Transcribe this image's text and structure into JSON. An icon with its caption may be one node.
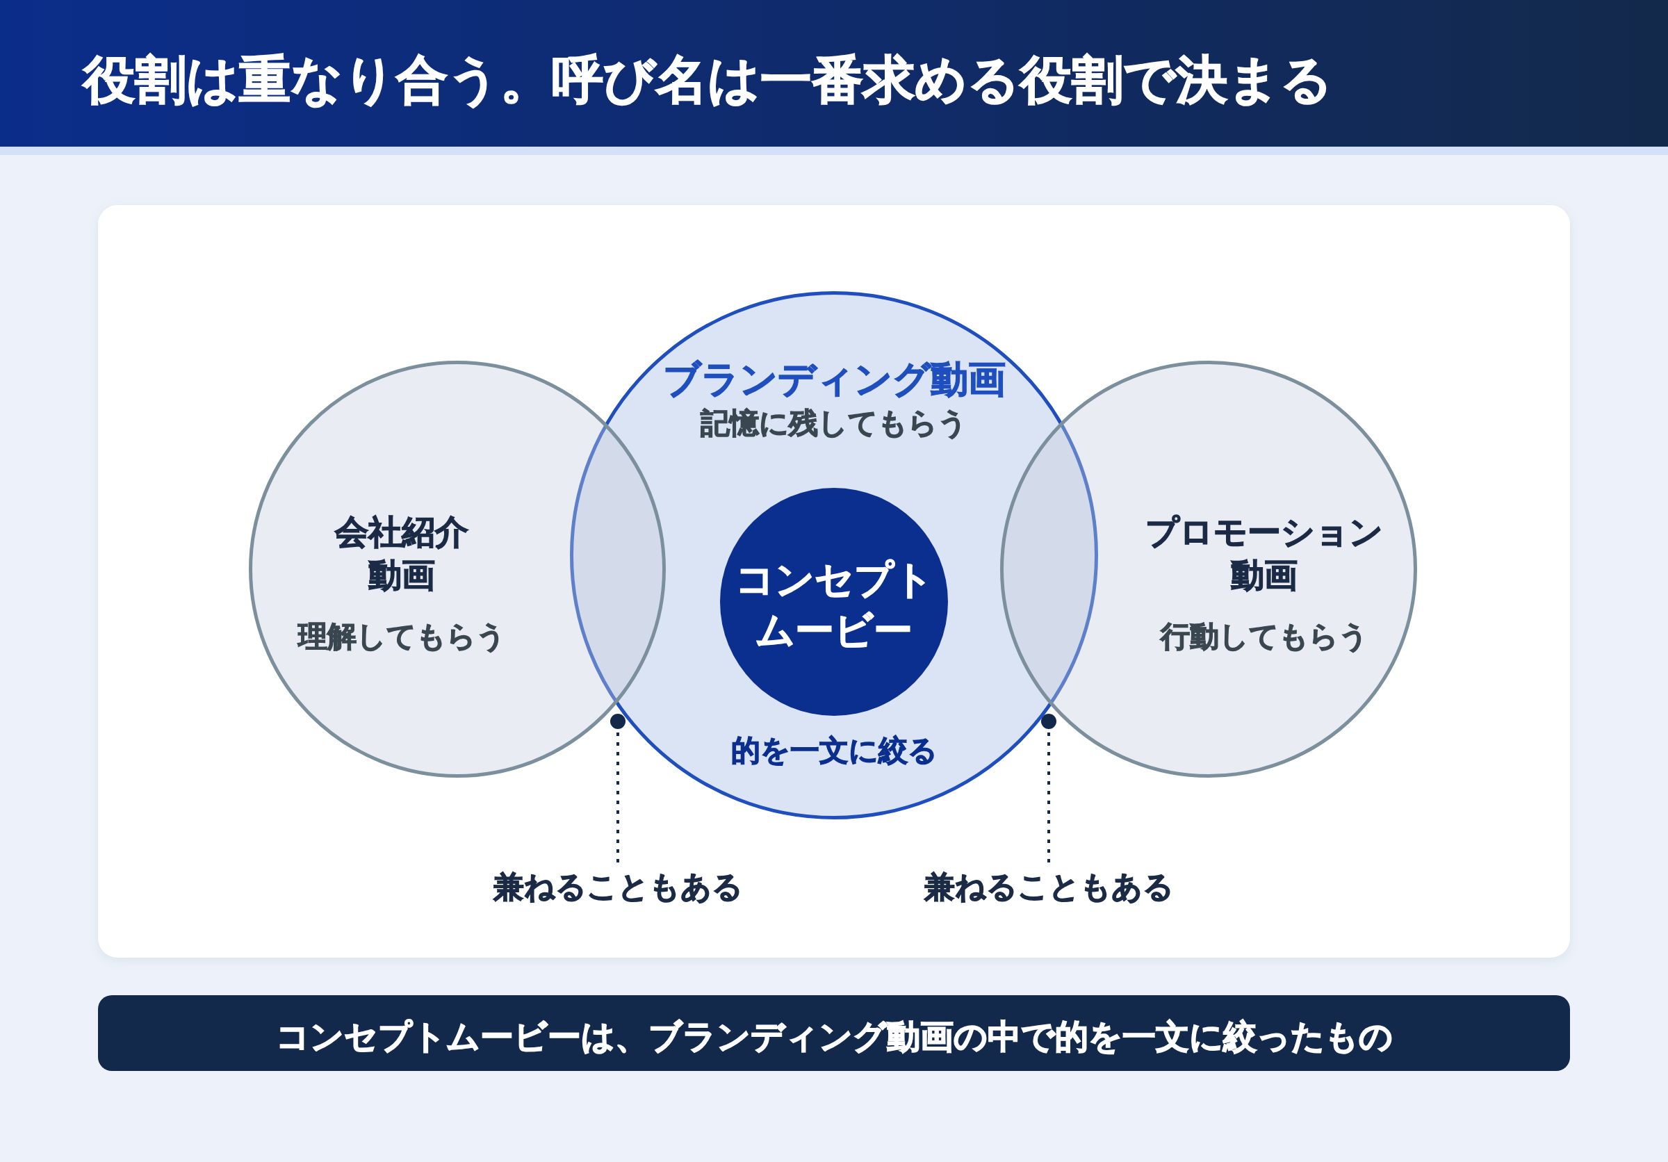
{
  "diagram": {
    "title": "役割は重なり合う。呼び名は一番求める役割で決まる",
    "caption": "コンセプトムービーは、ブランディング動画の中で的を一文に絞ったもの",
    "nodes": [
      {
        "text": [
          "会社紹介動画",
          "理解してもらう"
        ]
      },
      {
        "text": [
          "ブランディング動画",
          "記憶に残してもらう",
          "的を一文に絞る"
        ]
      },
      {
        "text": [
          "コンセプトムービー"
        ],
        "in": 1
      },
      {
        "text": [
          "プロモーション動画",
          "行動してもらう"
        ]
      },
      {
        "text": [
          "兼ねることもある"
        ]
      },
      {
        "text": [
          "兼ねることもある"
        ]
      }
    ],
    "edges": [
      {
        "from": 4,
        "to": 0,
        "arrow": "other",
        "style": "dashed"
      },
      {
        "from": 5,
        "to": 3,
        "arrow": "other",
        "style": "dashed"
      }
    ]
  }
}
